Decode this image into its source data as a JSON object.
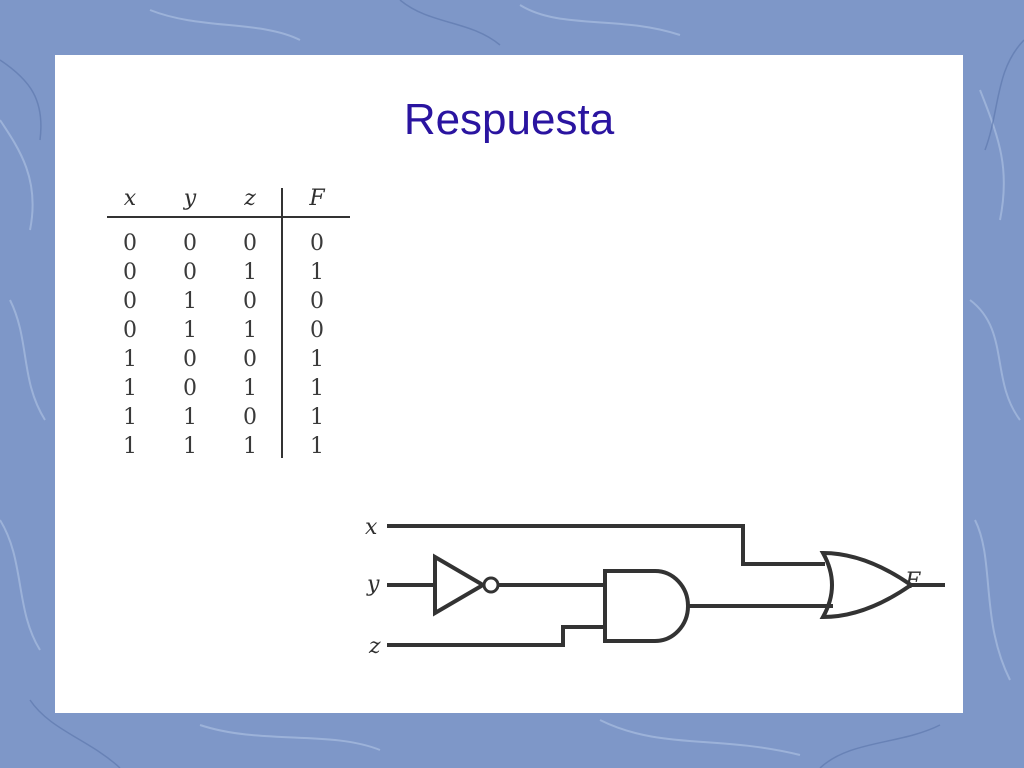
{
  "title": "Respuesta",
  "truth_table": {
    "headers": [
      "x",
      "y",
      "z",
      "F"
    ],
    "rows": [
      [
        "0",
        "0",
        "0",
        "0"
      ],
      [
        "0",
        "0",
        "1",
        "1"
      ],
      [
        "0",
        "1",
        "0",
        "0"
      ],
      [
        "0",
        "1",
        "1",
        "0"
      ],
      [
        "1",
        "0",
        "0",
        "1"
      ],
      [
        "1",
        "0",
        "1",
        "1"
      ],
      [
        "1",
        "1",
        "0",
        "1"
      ],
      [
        "1",
        "1",
        "1",
        "1"
      ]
    ]
  },
  "circuit": {
    "inputs": [
      "x",
      "y",
      "z"
    ],
    "output": "F",
    "gates": [
      "not-gate",
      "and-gate",
      "or-gate"
    ]
  },
  "colors": {
    "background": "#7e97c8",
    "slide": "#ffffff",
    "title": "#2a14a0",
    "ink": "#333333"
  }
}
